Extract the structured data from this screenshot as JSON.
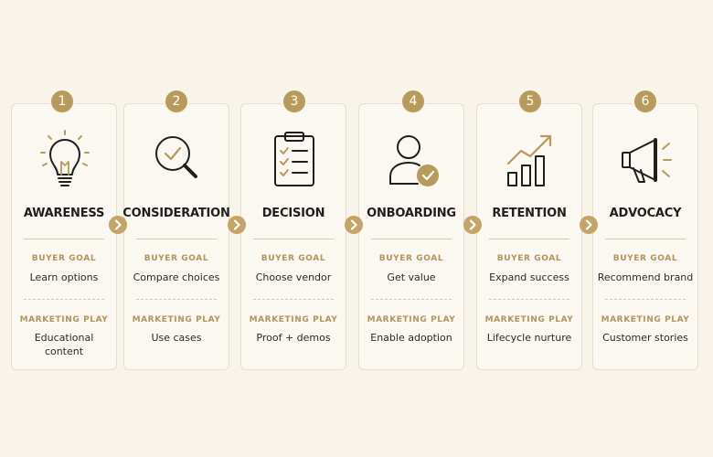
{
  "stages": [
    {
      "number": "1",
      "title": "AWARENESS",
      "icon": "lightbulb-icon",
      "goal_label": "BUYER GOAL",
      "goal": "Learn options",
      "play_label": "MARKETING PLAY",
      "play": "Educational content"
    },
    {
      "number": "2",
      "title": "CONSIDERATION",
      "icon": "magnifier-check-icon",
      "goal_label": "BUYER GOAL",
      "goal": "Compare choices",
      "play_label": "MARKETING PLAY",
      "play": "Use cases"
    },
    {
      "number": "3",
      "title": "DECISION",
      "icon": "clipboard-checklist-icon",
      "goal_label": "BUYER GOAL",
      "goal": "Choose vendor",
      "play_label": "MARKETING PLAY",
      "play": "Proof + demos"
    },
    {
      "number": "4",
      "title": "ONBOARDING",
      "icon": "user-check-icon",
      "goal_label": "BUYER GOAL",
      "goal": "Get value",
      "play_label": "MARKETING PLAY",
      "play": "Enable adoption"
    },
    {
      "number": "5",
      "title": "RETENTION",
      "icon": "growth-chart-icon",
      "goal_label": "BUYER GOAL",
      "goal": "Expand success",
      "play_label": "MARKETING PLAY",
      "play": "Lifecycle nurture"
    },
    {
      "number": "6",
      "title": "ADVOCACY",
      "icon": "megaphone-icon",
      "goal_label": "BUYER GOAL",
      "goal": "Recommend brand",
      "play_label": "MARKETING PLAY",
      "play": "Customer stories"
    }
  ],
  "colors": {
    "accent": "#b89a5a",
    "label": "#b3945a",
    "card_border": "#e6dfcf",
    "background": "#f8f4ea"
  }
}
